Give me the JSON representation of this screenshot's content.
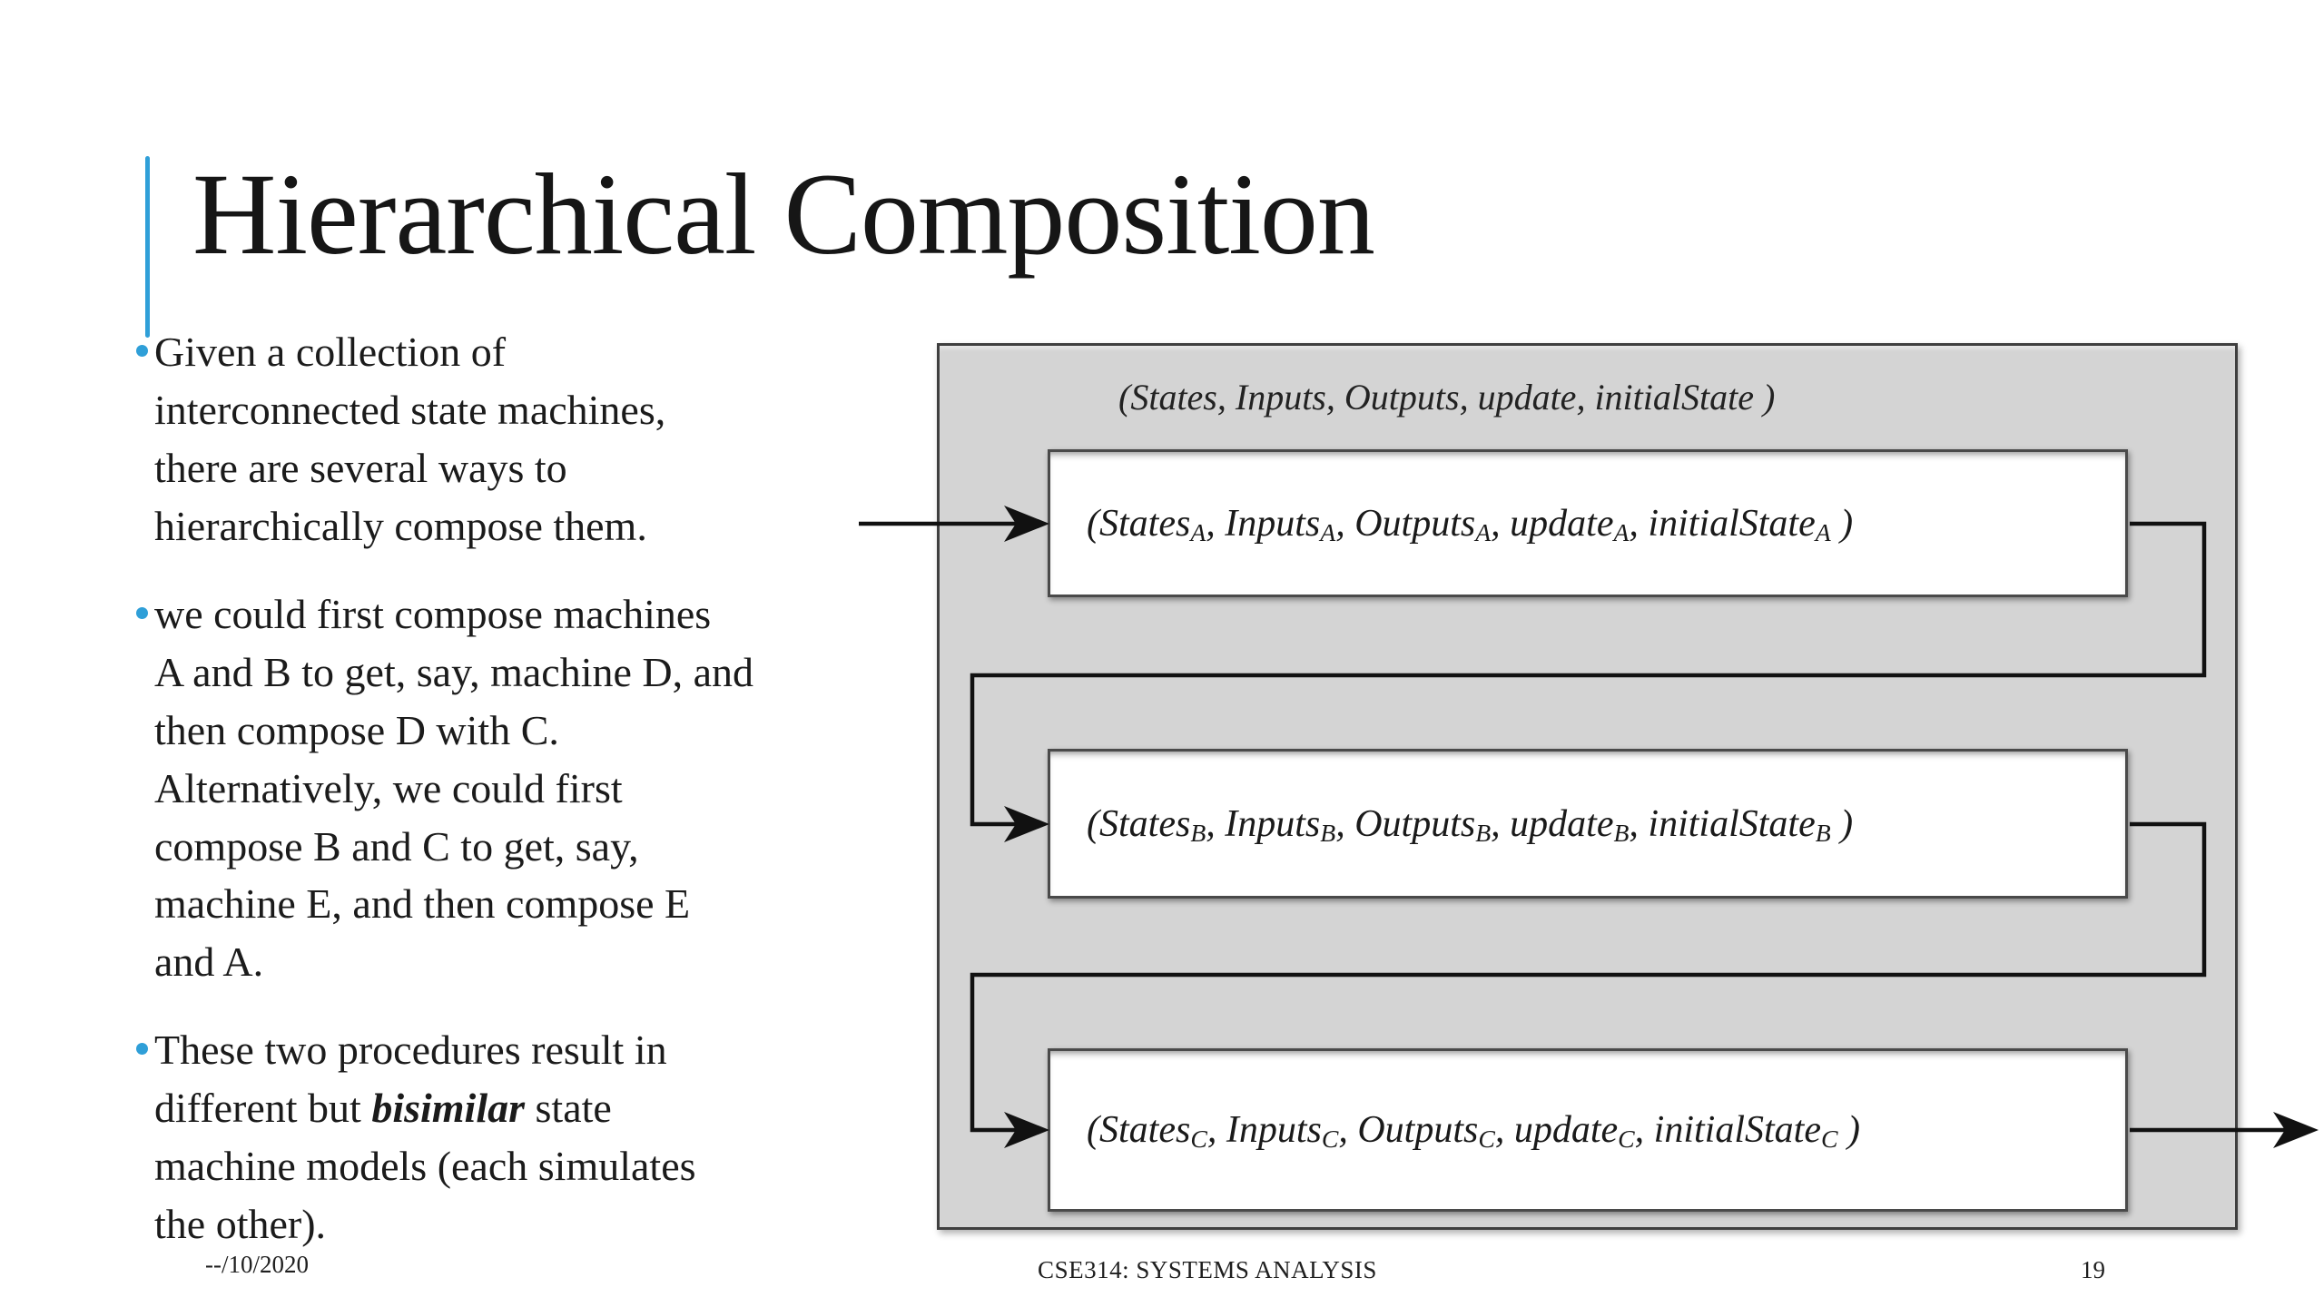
{
  "slide_title": "Hierarchical Composition",
  "colors": {
    "accent_blue": "#2f9fd8",
    "diagram_fill": "#d4d4d4",
    "connector_line": "#111111"
  },
  "bullets": [
    {
      "lines": [
        "Given a collection of",
        "interconnected state machines,",
        "there are several ways to",
        "hierarchically compose them."
      ]
    },
    {
      "lines": [
        "we could first compose machines",
        "A and B to get, say, machine D, and",
        "then compose D with C.",
        "Alternatively, we could first",
        "compose B and C to get, say,",
        "machine E, and then compose E",
        "and A."
      ]
    },
    {
      "segments": [
        {
          "text": "These two procedures result in\ndifferent but "
        },
        {
          "text": "bisimilar",
          "bold_italic": true
        },
        {
          "text": " state\nmachine models (each simulates\nthe other)."
        }
      ]
    }
  ],
  "diagram": {
    "outer_tuple": {
      "parts": [
        "States",
        "Inputs",
        "Outputs",
        "update",
        "initialState"
      ],
      "subscript": ""
    },
    "machines": [
      {
        "id": "machine-A",
        "tuple": {
          "parts": [
            "States",
            "Inputs",
            "Outputs",
            "update",
            "initialState"
          ],
          "subscript": "A"
        }
      },
      {
        "id": "machine-B",
        "tuple": {
          "parts": [
            "States",
            "Inputs",
            "Outputs",
            "update",
            "initialState"
          ],
          "subscript": "B"
        }
      },
      {
        "id": "machine-C",
        "tuple": {
          "parts": [
            "States",
            "Inputs",
            "Outputs",
            "update",
            "initialState"
          ],
          "subscript": "C"
        }
      }
    ]
  },
  "footer": {
    "date": "--/10/2020",
    "course": "CSE314: SYSTEMS ANALYSIS",
    "page_number": "19"
  }
}
